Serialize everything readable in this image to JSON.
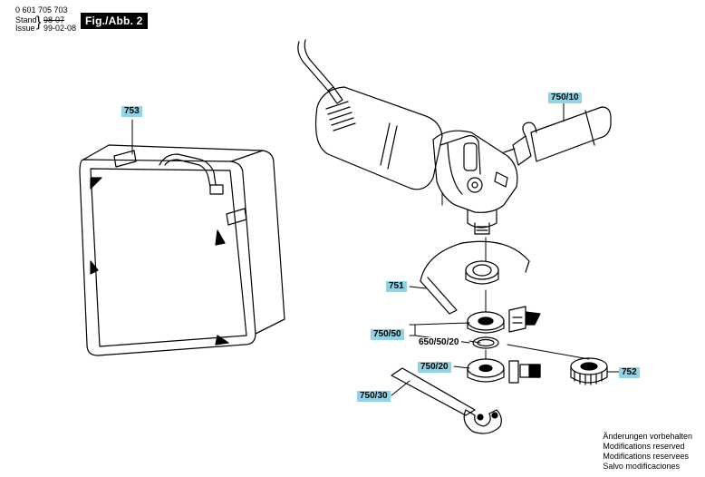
{
  "header": {
    "part_number": "0 601 705 703",
    "stand_label": "Stand",
    "issue_label": "Issue",
    "stand_date": "98-07",
    "issue_date": "99-02-08",
    "figure_label": "Fig./Abb. 2"
  },
  "callouts": {
    "case": "753",
    "handle": "750/10",
    "guard": "751",
    "group": "750/50",
    "inner_flange": "650/50/20",
    "outer_flange": "750/20",
    "quick_nut": "752",
    "spanner": "750/30"
  },
  "footer": {
    "lines": [
      "Änderungen vorbehalten",
      "Modifications reserved",
      "Modifications reservees",
      "Salvo modificaciones"
    ]
  },
  "colors": {
    "callout_background": "#8fd4e6",
    "line_art": "#000000"
  }
}
